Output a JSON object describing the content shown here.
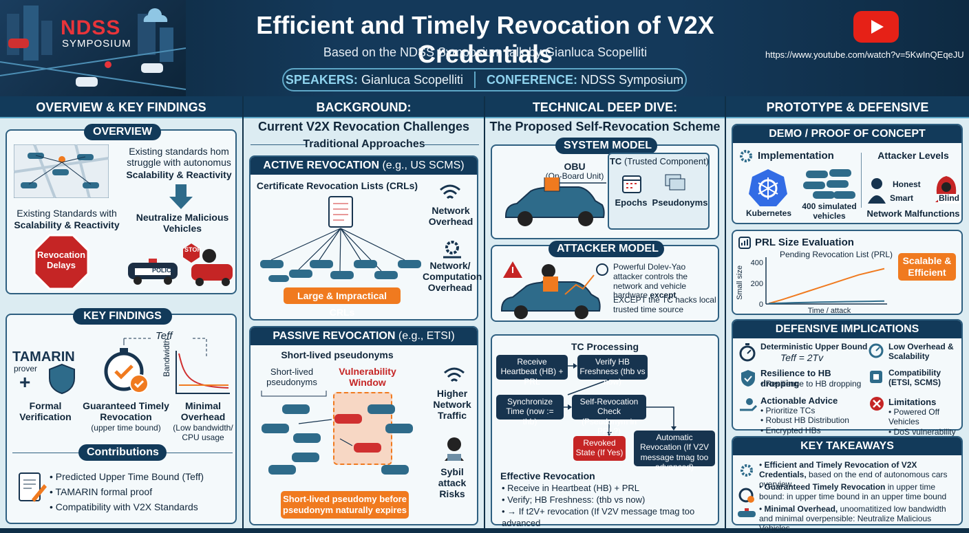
{
  "header": {
    "logo_ndss": "NDSS",
    "logo_sym": "SYMPOSIUM",
    "title": "Efficient and Timely Revocation of V2X Credentials",
    "subtitle": "Based on the NDSS Symposium talk by Gianluca Scopelliti",
    "url": "https://www.youtube.com/watch?v=5KwInQEqeJU",
    "speakers_label": "SPEAKERS:",
    "speakers": "Gianluca Scopelliti",
    "conference_label": "CONFERENCE:",
    "conference": "NDSS Symposium"
  },
  "col1": {
    "head": "OVERVIEW & KEY FINDINGS",
    "overview_tag": "OVERVIEW",
    "ov_text1": "Existing standards hom struggle with autonomus",
    "ov_text1b": "Scalability & Reactivity",
    "ov_left": "Existing Standards with",
    "ov_left_b": "Scalability & Reactivity",
    "ov_neutralize": "Neutralize Malicious Vehicles",
    "stop_sign": "Revocation Delays",
    "police": "POLICE",
    "stop": "STOP",
    "kf_tag": "KEY FINDINGS",
    "teff": "Teff",
    "tamarin": "TAMARIN",
    "prover": "prover",
    "formal": "Formal Verification",
    "guaranteed": "Guaranteed Timely Revocation",
    "upper": "(upper time bound)",
    "bandwidth": "Bandwidth",
    "minimal": "Minimal Overhead",
    "low_bw": "(Low bandwidth/ CPU usage",
    "contrib_tag": "Contributions",
    "contribs": [
      "Predicted Upper Time Bound (Teff)",
      "TAMARIN formal proof",
      "Compatibility with V2X Standards"
    ]
  },
  "col2": {
    "head": "BACKGROUND:",
    "sub": "Current V2X Revocation Challenges",
    "trad": "Traditional Approaches",
    "active_b": "ACTIVE REVOCATION",
    "active_r": "(e.g., US SCMS)",
    "crl": "Certificate Revocation Lists (CRLs)",
    "net_overhead": "Network Overhead",
    "net_comp": "Network/ Computation Overhead",
    "large_crl": "Large & Impractical CRLs",
    "passive_b": "PASSIVE REVOCATION",
    "passive_r": "(e.g., ETSI)",
    "short_lived": "Short-lived pseudonyms",
    "short_lived2": "Short-lived pseudonyms",
    "vuln": "Vulnerability Window",
    "higher": "Higher Network Traffic",
    "sybil": "Sybil attack Risks",
    "pseudo_note": "Short-lived pseudomy before pseudonym naturally expires"
  },
  "col3": {
    "head": "TECHNICAL DEEP DIVE:",
    "sub": "The Proposed Self-Revocation Scheme",
    "sys_tag": "SYSTEM MODEL",
    "obu": "OBU",
    "obu2": "(On-Board Unit)",
    "tc": "TC",
    "tc2": "(Trusted Component)",
    "epochs": "Epochs",
    "pseudonyms": "Pseudonyms",
    "att_tag": "ATTACKER MODEL",
    "att1": "Powerful Dolev-Yao attacker controls the network and vehicle hardware",
    "att1b": "except",
    "att2": "EXCEPT the TC hacks local trusted time source",
    "tcp": "TC Processing",
    "f1": "Receive Heartbeat (HB) + PRL",
    "f2": "Verify HB Freshness (thb vs now)",
    "f3": "Synchronize Time (now := thb)",
    "f4": "Self-Revocation Check (Pseudonym in PRL?)",
    "f5": "Revoked State (If Yes)",
    "f6": "Automatic Revocation (If V2V message tmag too advanced)",
    "eff": "Effective Revocation",
    "eff_items": [
      "Receive in Heartbeat (HB) + PRL",
      "Verify; HB Freshness: (thb vs now)",
      "→ If t2V+ revocation (If V2V message tmag too advanced"
    ]
  },
  "col4": {
    "head": "PROTOTYPE & DEFENSIVE IMPLICATIONS",
    "demo_tag": "DEMO / PROOF OF CONCEPT",
    "impl": "Implementation",
    "k8s": "Kubernetes",
    "sim": "400 simulated vehicles",
    "att_levels": "Attacker Levels",
    "honest": "Honest",
    "smart": "Smart",
    "blind": "Blind",
    "net_mal": "Network Malfunctions",
    "prl_tag": "PRL Size Evaluation",
    "prl_title": "Pending Revocation List (PRL)",
    "ylabel": "Small size",
    "xlabel": "Time / attack",
    "scalable": "Scalable & Efficient",
    "def_tag": "DEFENSIVE IMPLICATIONS",
    "det": "Deterministic Upper Bound",
    "det_f": "Teff = 2Tv",
    "low": "Low Overhead & Scalability",
    "res": "Resilience to HB dropping",
    "res2": "Resilience to HB dropping",
    "compat": "Compatibility (ETSI, SCMS)",
    "adv": "Actionable Advice",
    "adv_items": [
      "Prioritize TCs",
      "Robust HB Distribution",
      "Encrypted HBs"
    ],
    "lim": "Limitations",
    "lim_items": [
      "Powered Off Vehicles",
      "DoS vulnerability"
    ],
    "kt_tag": "KEY TAKEAWAYS",
    "kt1b": "Efficient and Timely Revocation of V2X Credentials,",
    "kt1": "based on the end of autonomous cars overview.",
    "kt2b": "Guaranteed Timely Revocation",
    "kt2": "in upper time bound: in upper time bound in an upper time bound",
    "kt3b": "Minimal Overhead,",
    "kt3": "unoomatitized low bandwidth and minimal overpensible: Neutralize Malicious Vehicles"
  },
  "chart_data": {
    "type": "line",
    "title": "Pending Revocation List (PRL)",
    "xlabel": "Time / attack",
    "ylabel": "Small size",
    "ylim": [
      0,
      450
    ],
    "yticks": [
      0,
      200,
      400
    ],
    "series": [
      {
        "values": [
          5,
          40,
          80,
          120,
          160,
          200,
          240,
          280,
          310,
          340
        ]
      },
      {
        "values": [
          5,
          8,
          12,
          15,
          18,
          20,
          22,
          24,
          26,
          28
        ]
      }
    ]
  }
}
